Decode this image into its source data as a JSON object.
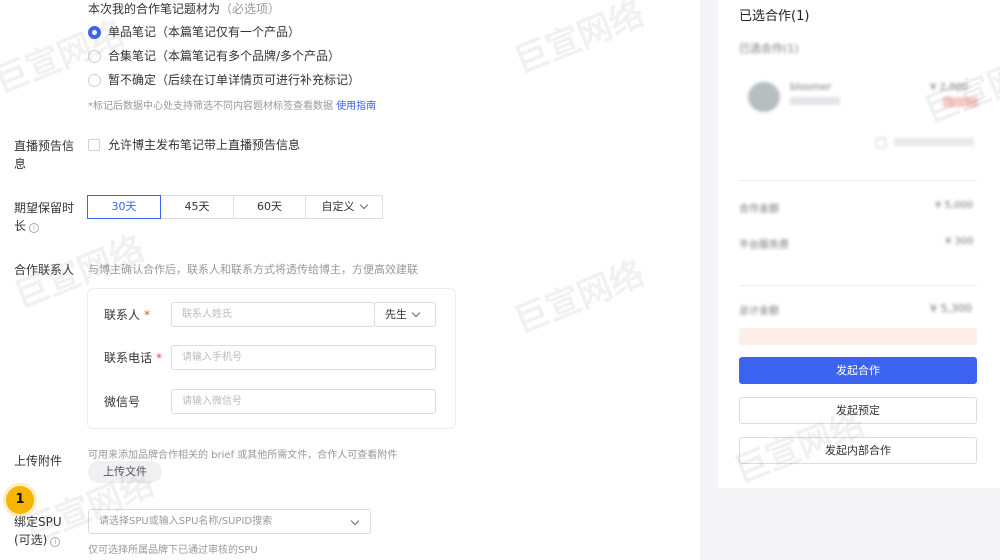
{
  "title_section": {
    "label": "本次我的合作笔记题材为",
    "hint": "（必选项）",
    "options": [
      {
        "label": "单品笔记（本篇笔记仅有一个产品）",
        "checked": true
      },
      {
        "label": "合集笔记（本篇笔记有多个品牌/多个产品）",
        "checked": false
      },
      {
        "label": "暂不确定（后续在订单详情页可进行补充标记）",
        "checked": false
      }
    ],
    "note": "*标记后数据中心处支持筛选不同内容题材标签查看数据",
    "note_link": "使用指南"
  },
  "live": {
    "label_line1": "直播预告信",
    "label_line2": "息",
    "checkbox_label": "允许博主发布笔记带上直播预告信息"
  },
  "retention": {
    "label_line1": "期望保留时",
    "label_line2": "长",
    "info_icon": "i",
    "options": [
      "30天",
      "45天",
      "60天",
      "自定义"
    ],
    "selected": "30天"
  },
  "contact": {
    "label": "合作联系人",
    "hint": "与博主确认合作后，联系人和联系方式将透传给博主，方便高效建联",
    "name_label": "联系人",
    "name_placeholder": "联系人姓氏",
    "title_value": "先生",
    "phone_label": "联系电话",
    "phone_placeholder": "请输入手机号",
    "wechat_label": "微信号",
    "wechat_placeholder": "请输入微信号",
    "required_mark": "*"
  },
  "upload": {
    "label": "上传附件",
    "hint": "可用来添加品牌合作相关的 brief 或其他所需文件，合作人可查看附件",
    "button": "上传文件"
  },
  "spu": {
    "label_line1": "绑定SPU",
    "label_line2": "(可选)",
    "info_icon": "i",
    "placeholder": "请选择SPU或输入SPU名称/SUPID搜索",
    "note": "仅可选择所属品牌下已通过审核的SPU",
    "badge": "1"
  },
  "sidebar": {
    "title": "已选合作(1)",
    "subtitle": "已选合作(1)",
    "creator_name": "bloomer",
    "creator_meta": "",
    "price": "¥ 2,800",
    "price_tag": "",
    "checkbox_label": "",
    "rows": [
      {
        "label": "合作金额",
        "value": "¥ 5,000"
      },
      {
        "label": "平台服务费",
        "value": "¥ 300"
      }
    ],
    "total_label": "总计金额",
    "total_value": "¥ 5,300",
    "buttons": {
      "start": "发起合作",
      "book": "发起预定",
      "internal": "发起内部合作"
    }
  },
  "watermark": "巨宣网络",
  "colors": {
    "accent": "#3c63f0",
    "badge": "#f7b500",
    "required": "#f54a45"
  }
}
